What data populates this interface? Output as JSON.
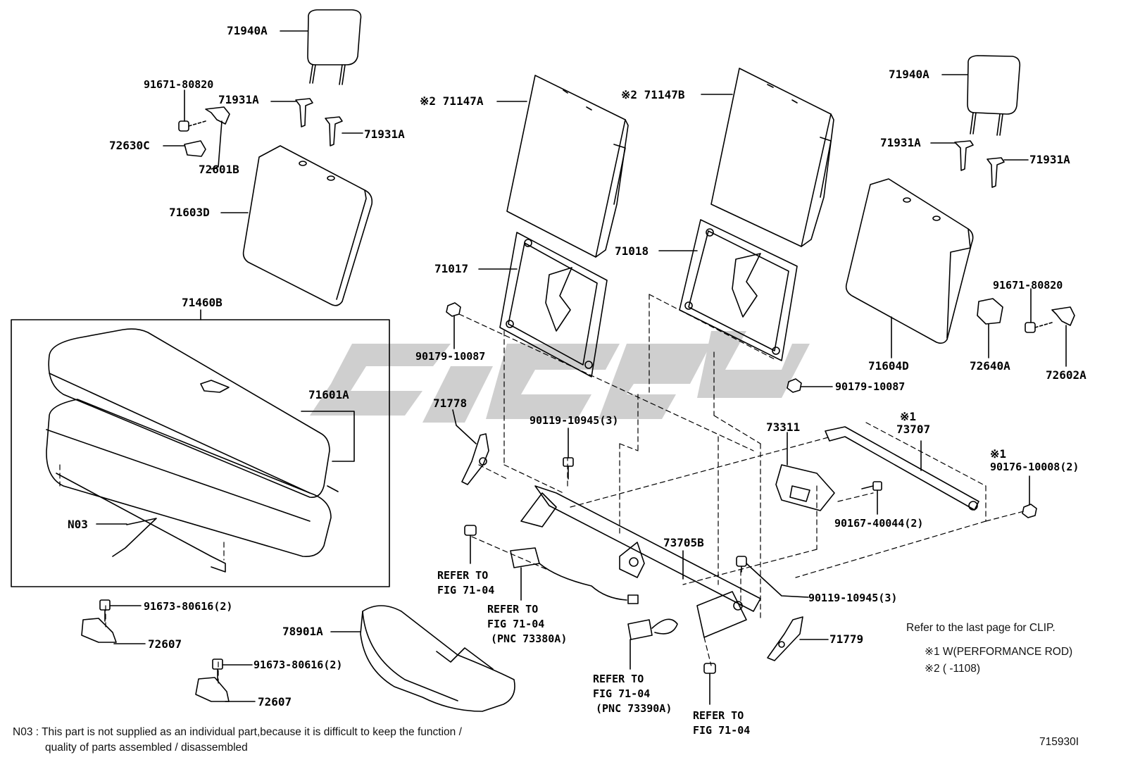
{
  "labels": {
    "p71940a_l": "71940A",
    "p71940a_r": "71940A",
    "p91671_l": "91671-80820",
    "p91671_r": "91671-80820",
    "p71931a_1": "71931A",
    "p71931a_2": "71931A",
    "p71931a_3": "71931A",
    "p71931a_4": "71931A",
    "p72630c": "72630C",
    "p72601b": "72601B",
    "p71603d": "71603D",
    "p71147a": "※2 71147A",
    "p71147b": "※2 71147B",
    "p71017": "71017",
    "p71018": "71018",
    "p71604d": "71604D",
    "p72640a": "72640A",
    "p72602a": "72602A",
    "p71460b": "71460B",
    "p71601a": "71601A",
    "pn03": "N03",
    "p90179_l": "90179-10087",
    "p90179_r": "90179-10087",
    "p71778": "71778",
    "p90119_top": "90119-10945(3)",
    "p73311": "73311",
    "p73707_mark": "※1",
    "p73707": "73707",
    "p90176_mark": "※1",
    "p90176": "90176-10008(2)",
    "p90167": "90167-40044(2)",
    "p73705b": "73705B",
    "refer_a_1": "REFER TO",
    "refer_a_2": "FIG 71-04",
    "refer_b_1": "REFER TO",
    "refer_b_2": "FIG 71-04",
    "refer_b_3": "(PNC 73380A)",
    "p90119_bot": "90119-10945(3)",
    "p71779": "71779",
    "p78901a": "78901A",
    "refer_c_1": "REFER TO",
    "refer_c_2": "FIG 71-04",
    "refer_c_3": "(PNC 73390A)",
    "refer_d_1": "REFER TO",
    "refer_d_2": "FIG 71-04",
    "p91673_1": "91673-80616(2)",
    "p91673_2": "91673-80616(2)",
    "p72607_1": "72607",
    "p72607_2": "72607"
  },
  "notes": {
    "clip_ref": "Refer to the last page for CLIP.",
    "mark1": "※1 W(PERFORMANCE ROD)",
    "mark2": "※2 (          -1108)",
    "n03_line1": "N03 :  This part is not supplied as an individual part,because it is difficult to keep the function /",
    "n03_line2": "quality of parts assembled / disassembled",
    "figure_id": "715930I"
  }
}
